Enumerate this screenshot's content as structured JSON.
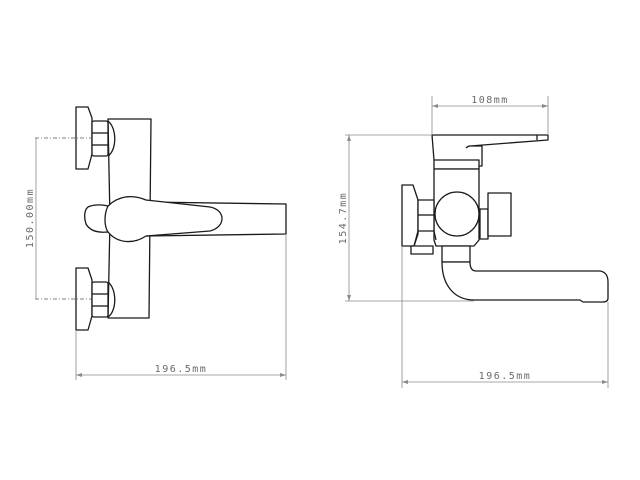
{
  "drawing": {
    "front_view": {
      "height_dimension": "150.00mm",
      "width_dimension": "196.5mm"
    },
    "side_view": {
      "top_dimension": "108mm",
      "height_dimension": "154.7mm",
      "width_dimension": "196.5mm"
    }
  },
  "colors": {
    "line": "#1a1a1a",
    "dimension": "#8a8a8a",
    "background": "#ffffff"
  }
}
